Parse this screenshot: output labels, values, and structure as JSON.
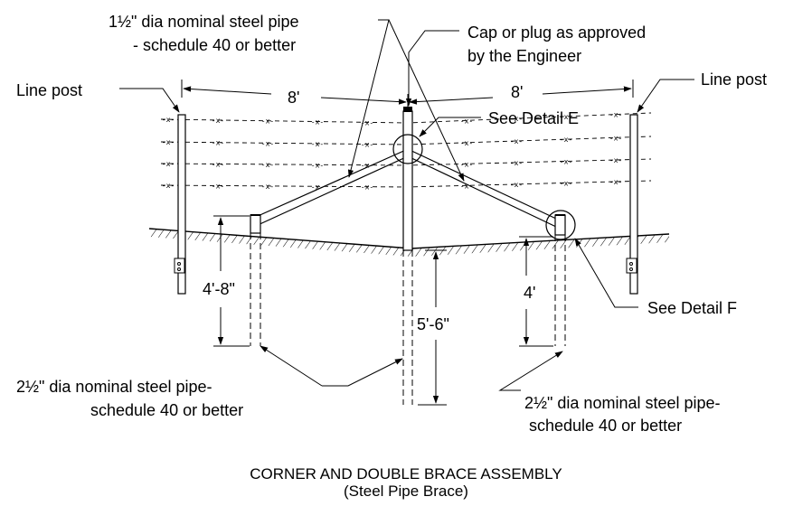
{
  "labels": {
    "top_pipe_line1": "1½\" dia nominal steel pipe",
    "top_pipe_line2": "- schedule 40 or better",
    "cap_line1": "Cap or plug as approved",
    "cap_line2": "by the Engineer",
    "line_post_left": "Line post",
    "line_post_right": "Line post",
    "span_left": "8'",
    "span_right": "8'",
    "detail_e": "See Detail E",
    "detail_f": "See Detail F",
    "depth_left": "4'-8\"",
    "depth_center": "5'-6\"",
    "depth_right": "4'",
    "bottom_pipe_left_line1": "2½\" dia nominal steel pipe-",
    "bottom_pipe_left_line2": "schedule 40 or better",
    "bottom_pipe_right_line1": "2½\" dia nominal steel pipe-",
    "bottom_pipe_right_line2": "schedule 40 or better"
  },
  "title": {
    "main": "CORNER AND DOUBLE BRACE ASSEMBLY",
    "sub": "(Steel Pipe Brace)"
  },
  "wire_marker": "x"
}
